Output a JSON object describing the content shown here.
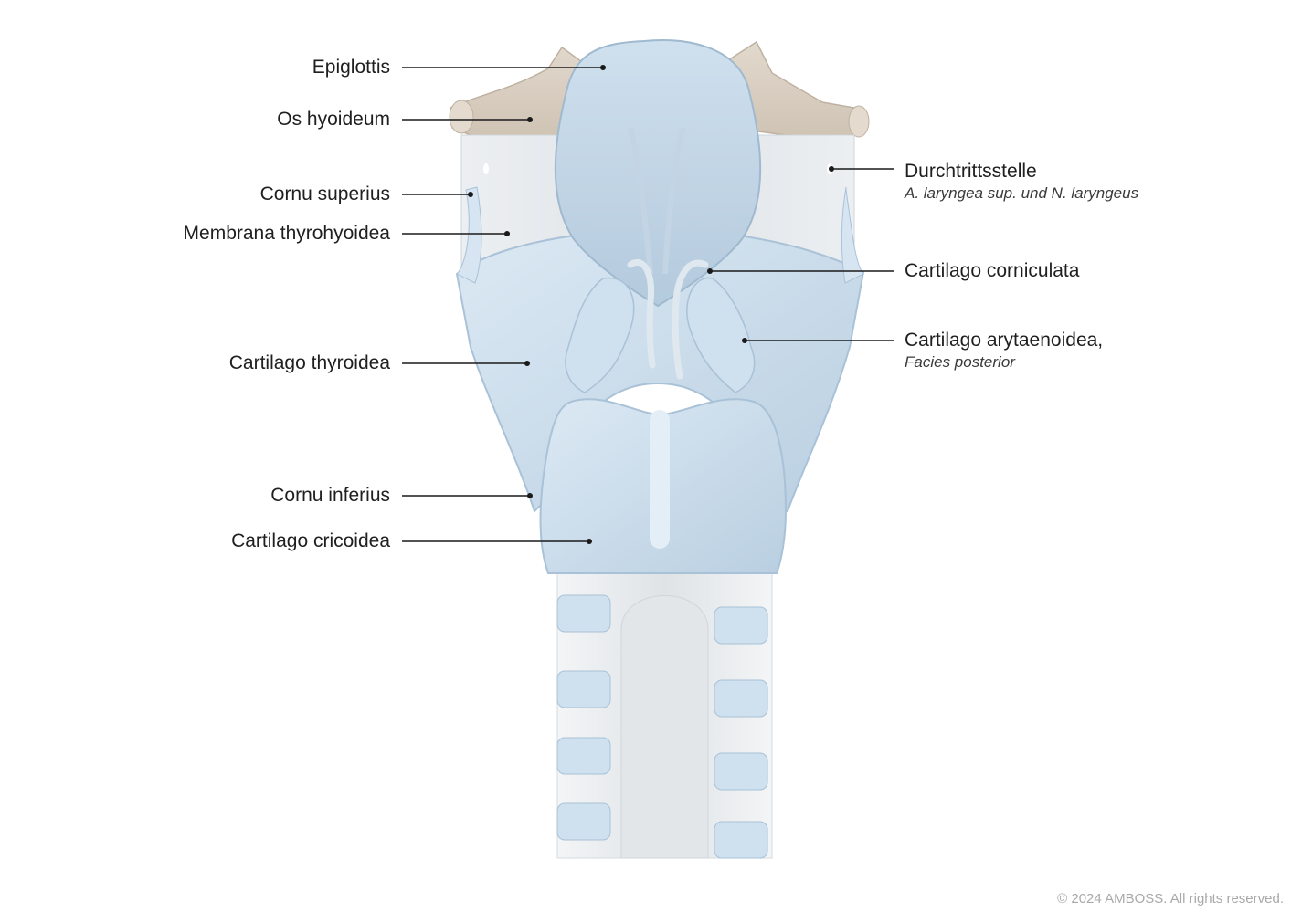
{
  "labels": {
    "epiglottis": "Epiglottis",
    "os_hyoideum": "Os hyoideum",
    "cornu_superius": "Cornu superius",
    "membrana_thyrohyoidea": "Membrana thyrohyoidea",
    "cartilago_thyroidea": "Cartilago thyroidea",
    "cornu_inferius": "Cornu inferius",
    "cartilago_cricoidea": "Cartilago cricoidea",
    "durchtrittsstelle": "Durchtrittsstelle",
    "durchtrittsstelle_sub": "A. laryngea sup. und N. laryngeus",
    "cartilago_corniculata": "Cartilago corniculata",
    "cartilago_arytaenoidea": "Cartilago arytaenoidea,",
    "cartilago_arytaenoidea_sub": "Facies posterior"
  },
  "copyright": "© 2024 AMBOSS. All rights reserved.",
  "colors": {
    "cartilage": "#c9dbe9",
    "cartilage_dark": "#a9c2d7",
    "cartilage_light": "#e3eef7",
    "bone": "#d9cfc2",
    "membrane": "#e4e7ea",
    "trachea": "#e9ecee",
    "leader": "#1a1a1a"
  }
}
